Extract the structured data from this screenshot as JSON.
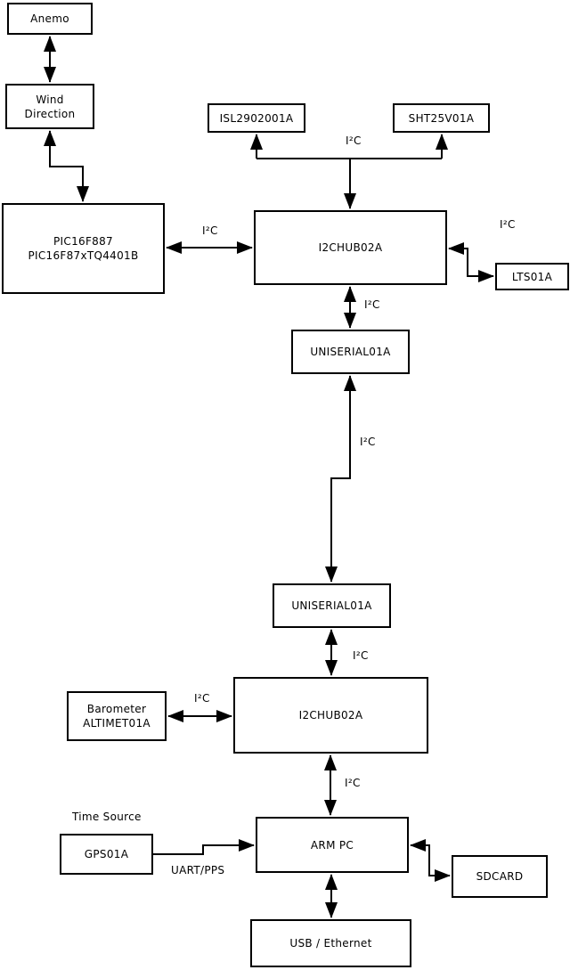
{
  "diagram": {
    "boxes": {
      "anemo": "Anemo",
      "wind_direction": "Wind\nDirection",
      "pic": "PIC16F887\nPIC16F87xTQ4401B",
      "isl": "ISL2902001A",
      "sht": "SHT25V01A",
      "i2chub_top": "I2CHUB02A",
      "lts": "LTS01A",
      "uniserial_top": "UNISERIAL01A",
      "uniserial_bottom": "UNISERIAL01A",
      "i2chub_bottom": "I2CHUB02A",
      "barometer": "Barometer\nALTIMET01A",
      "gps": "GPS01A",
      "arm_pc": "ARM PC",
      "sdcard": "SDCARD",
      "usb_ethernet": "USB / Ethernet"
    },
    "labels": {
      "i2c": "I²C",
      "time_source": "Time Source",
      "uart_pps": "UART/PPS"
    },
    "colors": {
      "stroke": "#000000",
      "background": "#ffffff"
    }
  }
}
